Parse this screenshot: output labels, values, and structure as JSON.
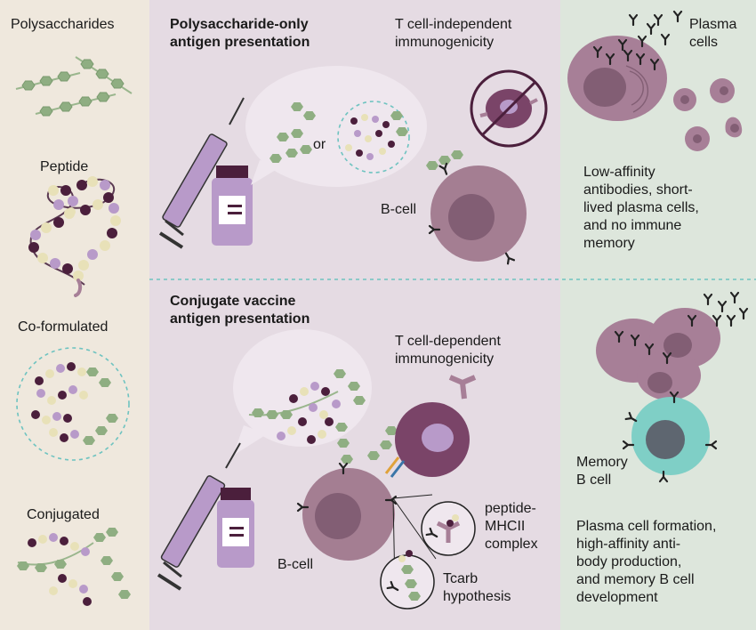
{
  "legend": {
    "polysaccharides": "Polysaccharides",
    "peptide": "Peptide",
    "coformulated": "Co-formulated",
    "conjugated": "Conjugated"
  },
  "top": {
    "heading": "Polysaccharide-only\nantigen presentation",
    "immunogenicity": "T cell-independent\nimmunogenicity",
    "or": "or",
    "bcell": "B-cell"
  },
  "bottom": {
    "heading": "Conjugate vaccine\nantigen presentation",
    "immunogenicity": "T cell-dependent\nimmunogenicity",
    "bcell": "B-cell",
    "mhc": "peptide-\nMHCII\ncomplex",
    "tcarb": "Tcarb\nhypothesis"
  },
  "right_top": {
    "plasma": "Plasma\ncells",
    "outcome": "Low-affinity\nantibodies, short-\nlived plasma cells,\nand no immune\nmemory"
  },
  "right_bottom": {
    "memory": "Memory\nB cell",
    "outcome": "Plasma cell formation,\nhigh-affinity anti-\nbody production,\nand memory B cell\ndevelopment"
  },
  "colors": {
    "left_panel": "#efe8dd",
    "mid_panel": "#e5dbe3",
    "right_panel": "#dde6dc",
    "plasma": "#a77f97",
    "bcell": "#a47e92",
    "tcell": "#7a4468",
    "memory": "#7fcfc6",
    "sugar": "#8fae82",
    "peptide_dark": "#4b1f3c",
    "peptide_lilac": "#b89ac9",
    "peptide_cream": "#e8e1b8",
    "dash": "#6ec3c0"
  }
}
